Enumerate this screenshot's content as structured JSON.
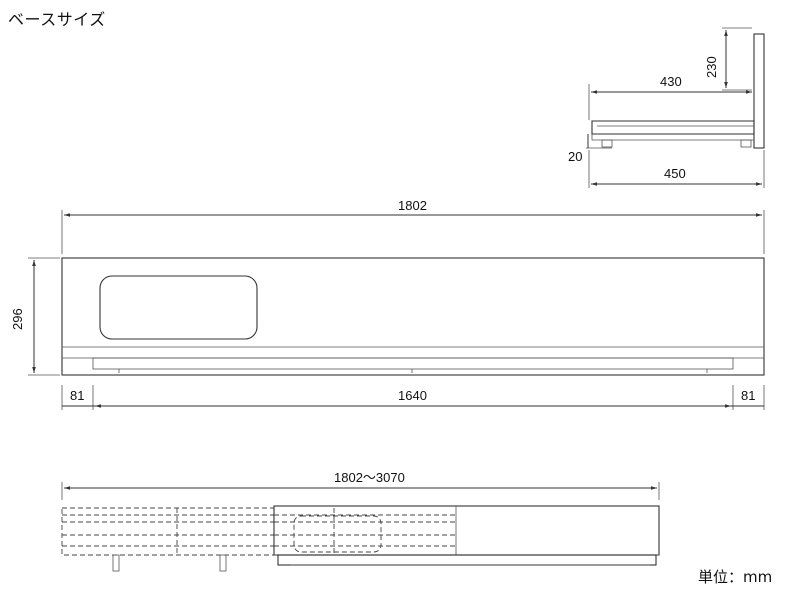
{
  "title": "ベースサイズ",
  "unit_label": "単位：mm",
  "side_view": {
    "dims": {
      "d430": "430",
      "d230": "230",
      "d20": "20",
      "d450": "450"
    }
  },
  "top_view": {
    "dims": {
      "width": "1802",
      "height": "296",
      "left_margin": "81",
      "center": "1640",
      "right_margin": "81"
    }
  },
  "extend_view": {
    "dims": {
      "range": "1802～3070"
    }
  }
}
